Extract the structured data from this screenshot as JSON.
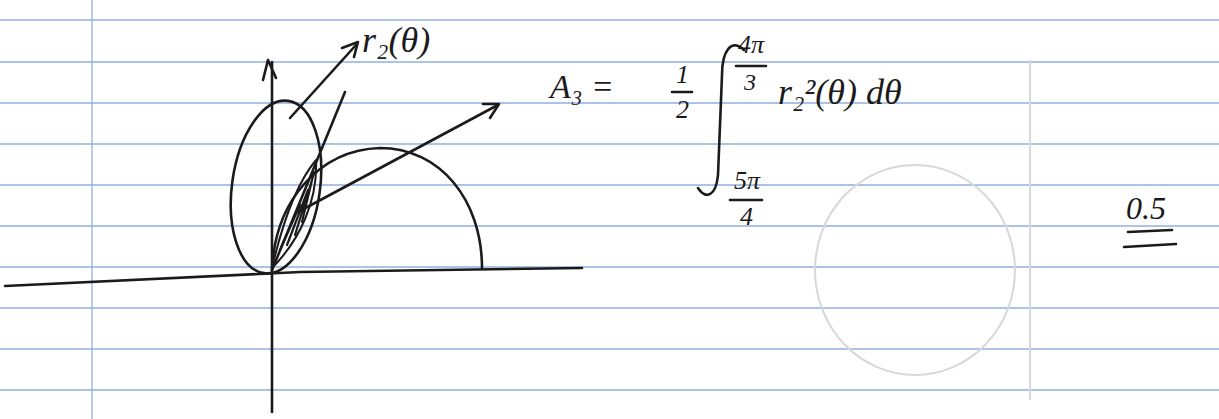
{
  "diagram": {
    "labels": [
      "r₂(θ)",
      "A₃ =",
      "1",
      "2",
      "4π",
      "3",
      "5π",
      "4",
      "r₂²(θ) dθ",
      "0.5"
    ]
  }
}
